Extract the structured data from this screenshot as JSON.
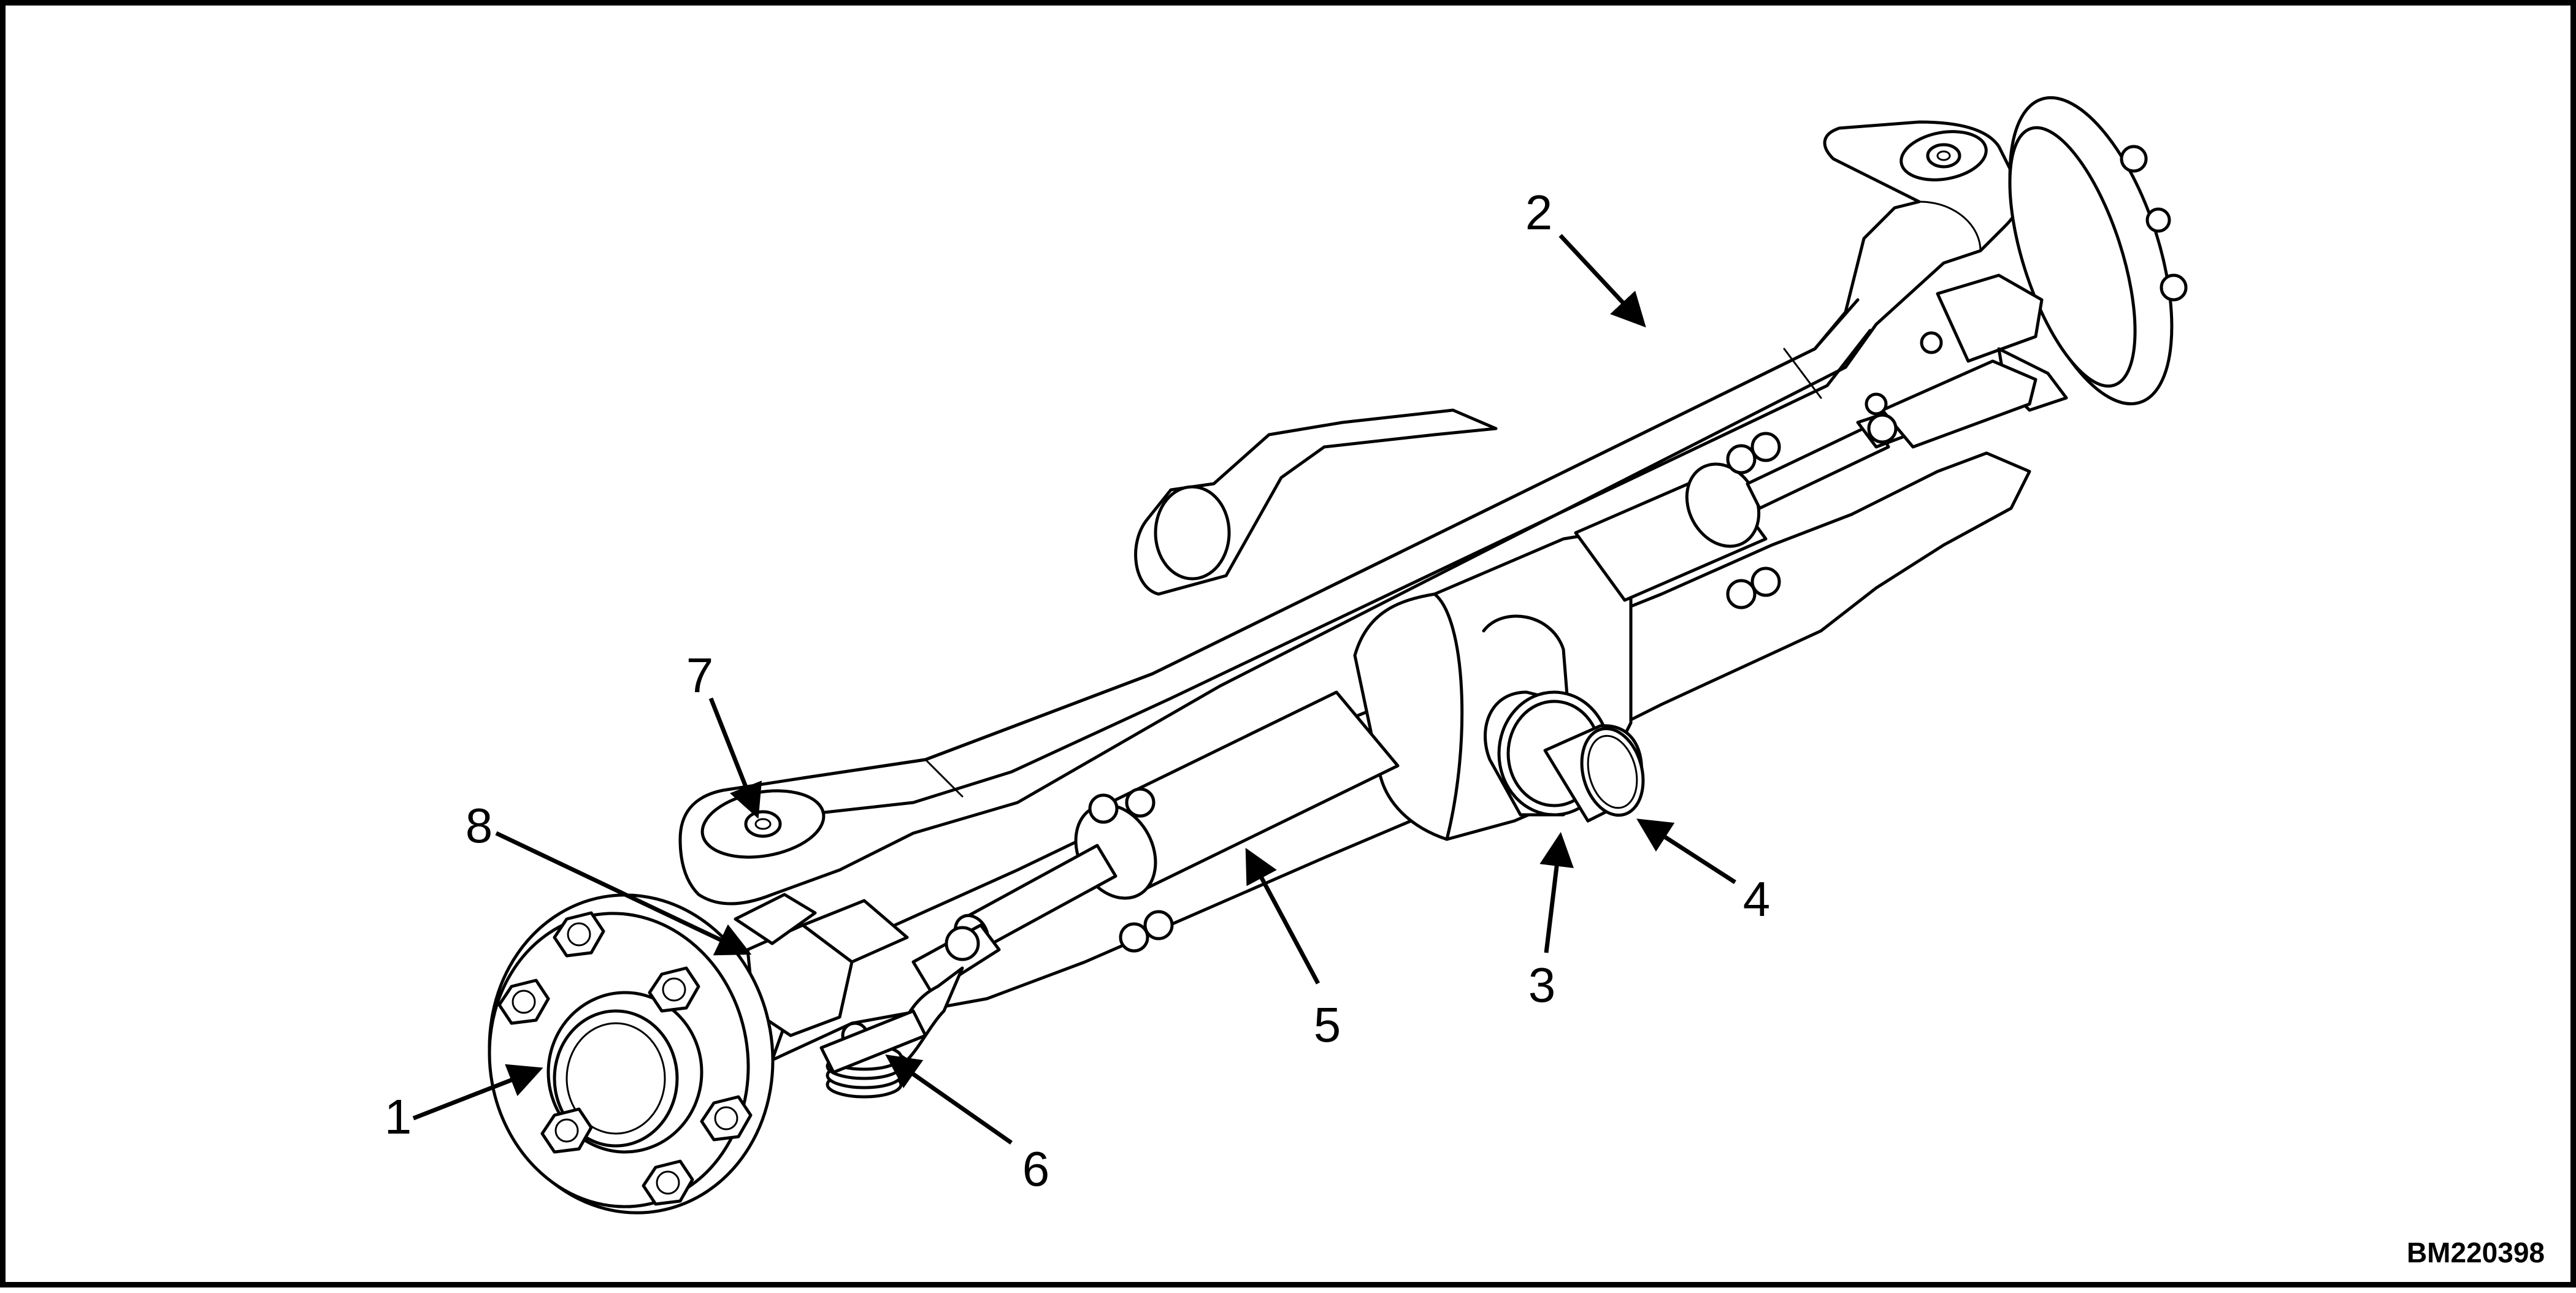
{
  "figure_id": "BM220398",
  "callouts": [
    {
      "number": "1"
    },
    {
      "number": "2"
    },
    {
      "number": "3"
    },
    {
      "number": "4"
    },
    {
      "number": "5"
    },
    {
      "number": "6"
    },
    {
      "number": "7"
    },
    {
      "number": "8"
    }
  ],
  "colors": {
    "ink": "#000000",
    "background": "#ffffff"
  }
}
